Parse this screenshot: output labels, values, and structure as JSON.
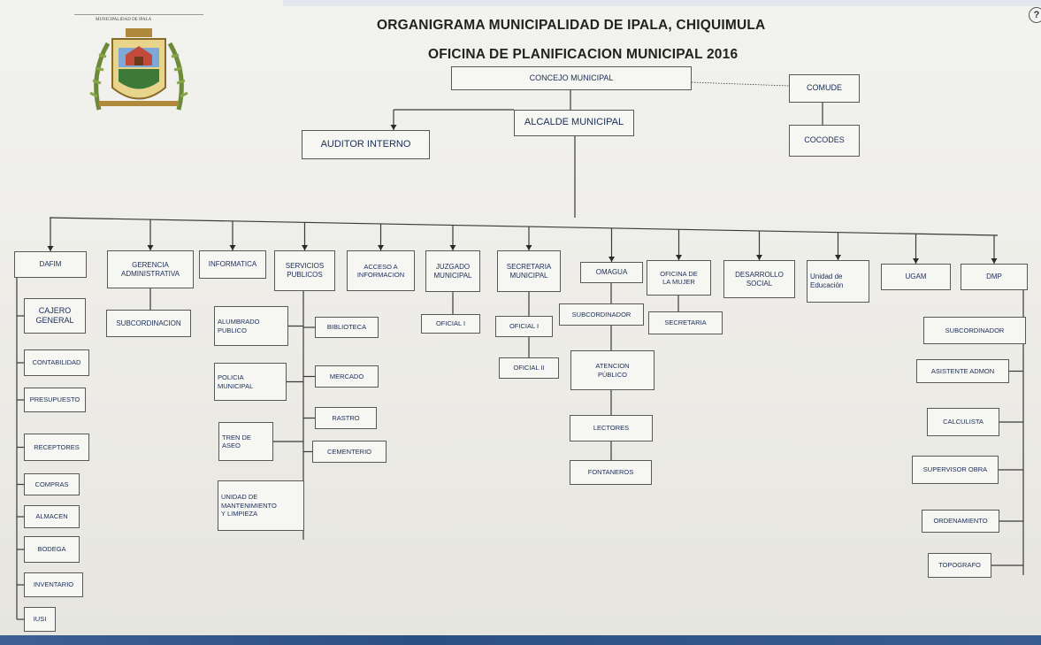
{
  "header": {
    "title": "ORGANIGRAMA MUNICIPALIDAD DE IPALA, CHIQUIMULA",
    "subtitle": "OFICINA DE PLANIFICACION MUNICIPAL 2016",
    "seal_caption": "MUNICIPALIDAD DE IPALA",
    "help": "?"
  },
  "top": {
    "concejo": "CONCEJO MUNICIPAL",
    "alcalde": "ALCALDE MUNICIPAL",
    "auditor": "AUDITOR INTERNO",
    "comude": "COMUDE",
    "cocodes": "COCODES"
  },
  "depts": [
    "DAFIM",
    "GERENCIA\nADMINISTRATIVA",
    "INFORMATICA",
    "SERVICIOS\nPUBLICOS",
    "ACCESO A\nINFORMACION",
    "JUZGADO\nMUNICIPAL",
    "SECRETARIA\nMUNICIPAL",
    "OMAGUA",
    "OFICINA DE\nLA MUJER",
    "DESARROLLO\nSOCIAL",
    "Unidad de\nEducación",
    "UGAM",
    "DMP"
  ],
  "dafim_units": [
    "CAJERO\nGENERAL",
    "CONTABILIDAD",
    "PRESUPUESTO",
    "RECEPTORES",
    "COMPRAS",
    "ALMACEN",
    "BODEGA",
    "INVENTARIO",
    "IUSI"
  ],
  "gerencia_units": [
    "SUBCORDINACION"
  ],
  "servicios_left": [
    "ALUMBRADO\nPUBLICO",
    "POLICIA\nMUNICIPAL",
    "TREN DE\nASEO",
    "UNIDAD DE\nMANTENIMIENTO\nY LIMPIEZA"
  ],
  "servicios_right": [
    "BIBLIOTECA",
    "MERCADO",
    "RASTRO",
    "CEMENTERIO"
  ],
  "juzgado_units": [
    "OFICIAL I"
  ],
  "secretaria_units": [
    "OFICIAL I",
    "OFICIAL II"
  ],
  "omagua_units": [
    "SUBCORDINADOR",
    "ATENCION\nPÚBLICO",
    "LECTORES",
    "FONTANEROS"
  ],
  "mujer_units": [
    "SECRETARIA"
  ],
  "dmp_units": [
    "SUBCORDINADOR",
    "ASISTENTE ADMON",
    "CALCULISTA",
    "SUPERVISOR OBRA",
    "ORDENAMIENTO",
    "TOPOGRAFO"
  ]
}
